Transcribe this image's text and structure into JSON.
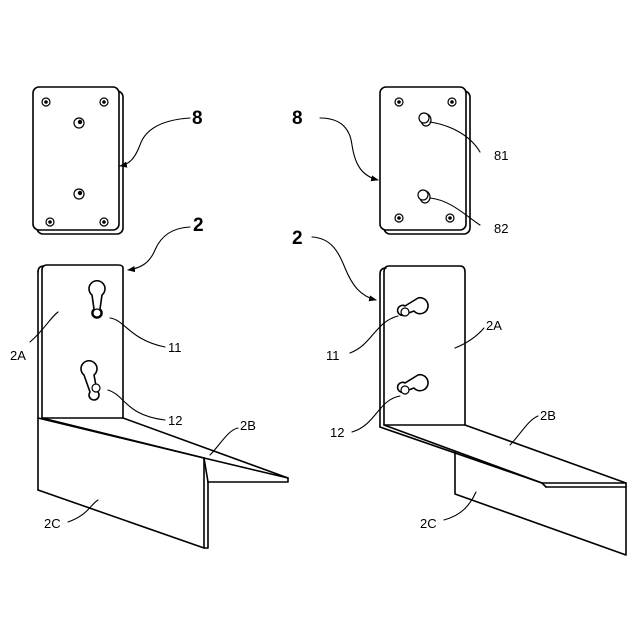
{
  "left_figure": {
    "plate_label": "8",
    "bracket_label": "2",
    "face_2a": "2A",
    "face_2b": "2B",
    "face_2c": "2C",
    "hole_11": "11",
    "hole_12": "12"
  },
  "right_figure": {
    "plate_label": "8",
    "bracket_label": "2",
    "pin_81": "81",
    "pin_82": "82",
    "face_2a": "2A",
    "face_2b": "2B",
    "face_2c": "2C",
    "hole_11": "11",
    "hole_12": "12"
  }
}
